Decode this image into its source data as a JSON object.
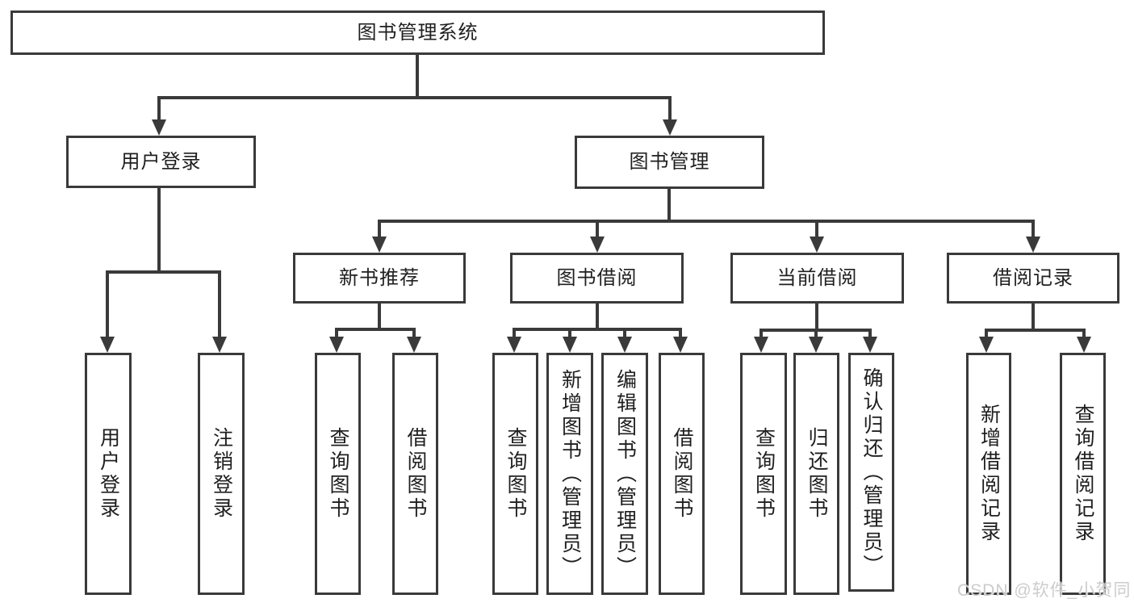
{
  "title": {
    "label": "图书管理系统"
  },
  "nodes": {
    "user_login": {
      "label": "用户登录"
    },
    "book_mgmt": {
      "label": "图书管理"
    },
    "user_children": [
      {
        "label": "用户登录"
      },
      {
        "label": "注销登录"
      }
    ],
    "sections": [
      {
        "label": "新书推荐",
        "children": [
          {
            "label": "查询图书"
          },
          {
            "label": "借阅图书"
          }
        ]
      },
      {
        "label": "图书借阅",
        "children": [
          {
            "label": "查询图书"
          },
          {
            "label": "新增图书（管理员）"
          },
          {
            "label": "编辑图书（管理员）"
          },
          {
            "label": "借阅图书"
          }
        ]
      },
      {
        "label": "当前借阅",
        "children": [
          {
            "label": "查询图书"
          },
          {
            "label": "归还图书"
          },
          {
            "label": "确认归还（管理员）"
          }
        ]
      },
      {
        "label": "借阅记录",
        "children": [
          {
            "label": "新增借阅记录"
          },
          {
            "label": "查询借阅记录"
          }
        ]
      }
    ]
  },
  "watermark": {
    "text": "CSDN @软件_小贺同学"
  },
  "colors": {
    "line": "#3a3a3a",
    "text": "#1f1f1f",
    "background": "#ffffff",
    "watermark": "#cccccc"
  }
}
